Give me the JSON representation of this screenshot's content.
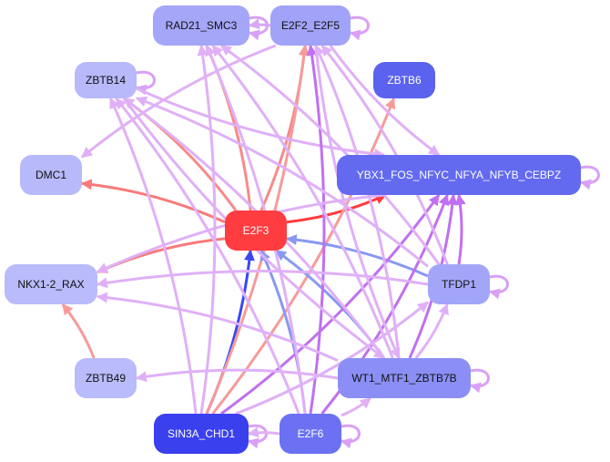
{
  "graph": {
    "nodes": [
      {
        "id": "rad21",
        "label": "RAD21_SMC3",
        "fill": "#a4a6f8",
        "text": "#111111"
      },
      {
        "id": "e2f2",
        "label": "E2F2_E2F5",
        "fill": "#a0a3f8",
        "text": "#111111"
      },
      {
        "id": "zbtb14",
        "label": "ZBTB14",
        "fill": "#b7b9fa",
        "text": "#111111"
      },
      {
        "id": "zbtb6",
        "label": "ZBTB6",
        "fill": "#5b62ee",
        "text": "#ffffff"
      },
      {
        "id": "dmc1",
        "label": "DMC1",
        "fill": "#b7b9fa",
        "text": "#111111"
      },
      {
        "id": "ybx1",
        "label": "YBX1_FOS_NFYC_NFYA_NFYB_CEBPZ",
        "fill": "#636af0",
        "text": "#ffffff"
      },
      {
        "id": "e2f3",
        "label": "E2F3",
        "fill": "#ff3d40",
        "text": "#ffffff"
      },
      {
        "id": "nkx",
        "label": "NKX1-2_RAX",
        "fill": "#b9bbfa",
        "text": "#111111"
      },
      {
        "id": "tfdp1",
        "label": "TFDP1",
        "fill": "#a3a6f8",
        "text": "#111111"
      },
      {
        "id": "zbtb49",
        "label": "ZBTB49",
        "fill": "#b9bbfa",
        "text": "#111111"
      },
      {
        "id": "wt1",
        "label": "WT1_MTF1_ZBTB7B",
        "fill": "#8b8ff5",
        "text": "#111111"
      },
      {
        "id": "sin3a",
        "label": "SIN3A_CHD1",
        "fill": "#3a40ee",
        "text": "#ffffff"
      },
      {
        "id": "e2f6",
        "label": "E2F6",
        "fill": "#6b71f2",
        "text": "#ffffff"
      }
    ],
    "edges": [
      {
        "from": "e2f3",
        "to": "ybx1",
        "color": "#ff3b3b"
      },
      {
        "from": "e2f3",
        "to": "dmc1",
        "color": "#f77a7a"
      },
      {
        "from": "e2f3",
        "to": "nkx",
        "color": "#f77a7a"
      },
      {
        "from": "e2f3",
        "to": "zbtb14",
        "color": "#f78a8a"
      },
      {
        "from": "e2f3",
        "to": "rad21",
        "color": "#f78a8a"
      },
      {
        "from": "e2f3",
        "to": "e2f2",
        "color": "#f78a8a"
      },
      {
        "from": "sin3a",
        "to": "e2f3",
        "color": "#3a48f0"
      },
      {
        "from": "sin3a",
        "to": "e2f2",
        "color": "#f79a9a"
      },
      {
        "from": "sin3a",
        "to": "zbtb6",
        "color": "#f79a9a"
      },
      {
        "from": "e2f6",
        "to": "e2f3",
        "color": "#8898f2"
      },
      {
        "from": "wt1",
        "to": "e2f3",
        "color": "#8a9af2"
      },
      {
        "from": "tfdp1",
        "to": "e2f3",
        "color": "#8898f2"
      },
      {
        "from": "zbtb49",
        "to": "nkx",
        "color": "#f79a9a"
      },
      {
        "from": "sin3a",
        "to": "ybx1",
        "color": "#c070f0"
      },
      {
        "from": "wt1",
        "to": "ybx1",
        "color": "#c070f0"
      },
      {
        "from": "tfdp1",
        "to": "ybx1",
        "color": "#c070f0"
      },
      {
        "from": "e2f6",
        "to": "ybx1",
        "color": "#c070f0"
      },
      {
        "from": "zbtb14",
        "to": "ybx1",
        "color": "#e0b0f7"
      },
      {
        "from": "e2f2",
        "to": "ybx1",
        "color": "#e0b0f7"
      },
      {
        "from": "e2f6",
        "to": "e2f2",
        "color": "#c070f0"
      },
      {
        "from": "wt1",
        "to": "e2f2",
        "color": "#e0b0f7"
      },
      {
        "from": "wt1",
        "to": "rad21",
        "color": "#e0b0f7"
      },
      {
        "from": "wt1",
        "to": "zbtb14",
        "color": "#e0b0f7"
      },
      {
        "from": "wt1",
        "to": "zbtb49",
        "color": "#e0b0f7"
      },
      {
        "from": "wt1",
        "to": "tfdp1",
        "color": "#e0b0f7"
      },
      {
        "from": "e2f6",
        "to": "rad21",
        "color": "#e0b0f7"
      },
      {
        "from": "e2f6",
        "to": "zbtb14",
        "color": "#e0b0f7"
      },
      {
        "from": "e2f6",
        "to": "wt1",
        "color": "#e0b0f7"
      },
      {
        "from": "sin3a",
        "to": "zbtb14",
        "color": "#e0b0f7"
      },
      {
        "from": "sin3a",
        "to": "rad21",
        "color": "#e0b0f7"
      },
      {
        "from": "sin3a",
        "to": "tfdp1",
        "color": "#e0b0f7"
      },
      {
        "from": "tfdp1",
        "to": "zbtb14",
        "color": "#e0b0f7"
      },
      {
        "from": "tfdp1",
        "to": "nkx",
        "color": "#e0b0f7"
      },
      {
        "from": "tfdp1",
        "to": "rad21",
        "color": "#e0b0f7"
      },
      {
        "from": "tfdp1",
        "to": "e2f2",
        "color": "#e0b0f7"
      },
      {
        "from": "ybx1",
        "to": "nkx",
        "color": "#e0b0f7"
      },
      {
        "from": "e2f2",
        "to": "dmc1",
        "color": "#e0b0f7"
      },
      {
        "from": "e2f2",
        "to": "rad21",
        "color": "#d8a8f5"
      },
      {
        "from": "wt1",
        "to": "nkx",
        "color": "#e0b0f7"
      },
      {
        "from": "zbtb14",
        "to": "wt1",
        "color": "#e0b0f7"
      },
      {
        "from": "e2f2",
        "to": "wt1",
        "color": "#e0b0f7"
      },
      {
        "from": "e2f6",
        "to": "sin3a",
        "color": "#e0b0f7"
      }
    ]
  }
}
